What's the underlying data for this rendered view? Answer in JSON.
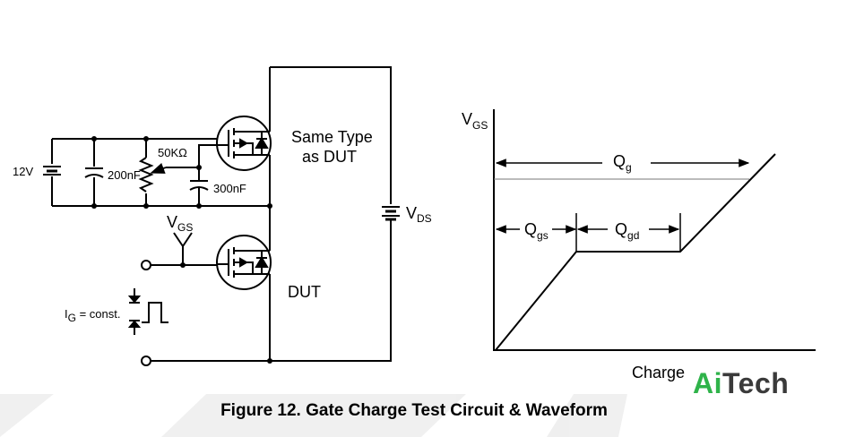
{
  "circuit": {
    "supply_label": "12V",
    "cap1_label": "200nF",
    "pot_label": "50KΩ",
    "cap2_label": "300nF",
    "vgs_main": "V",
    "vgs_sub": "GS",
    "ig_main": "I",
    "ig_sub": "G",
    "ig_rest": " = const.",
    "upper_fet_line1": "Same Type",
    "upper_fet_line2": "as DUT",
    "dut_label": "DUT",
    "vds_main": "V",
    "vds_sub": "DS"
  },
  "waveform": {
    "y_axis_main": "V",
    "y_axis_sub": "GS",
    "x_axis_label": "Charge",
    "qg_main": "Q",
    "qg_sub": "g",
    "qgs_main": "Q",
    "qgs_sub": "gs",
    "qgd_main": "Q",
    "qgd_sub": "gd"
  },
  "caption": "Figure 12. Gate Charge Test Circuit & Waveform",
  "watermark": {
    "part1": "Ai",
    "part2": "Tech"
  }
}
